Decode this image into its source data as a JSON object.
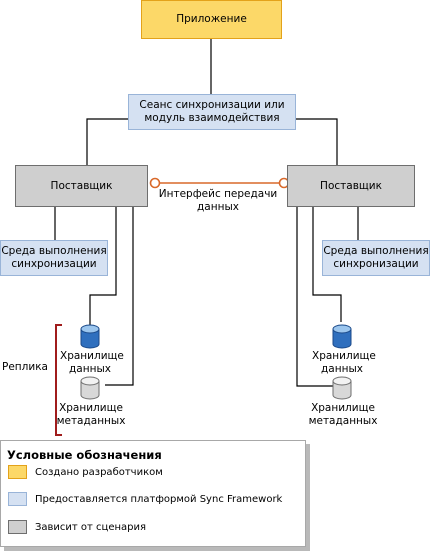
{
  "diagram": {
    "application": "Приложение",
    "session": "Сеанс синхронизации или модуль взаимодействия",
    "provider_left": "Поставщик",
    "provider_right": "Поставщик",
    "interface_label": "Интерфейс передачи данных",
    "runtime_left": "Среда выполнения синхронизации",
    "runtime_right": "Среда выполнения синхронизации",
    "replica_label": "Реплика",
    "data_store_left": "Хранилище данных",
    "metadata_store_left": "Хранилище метаданных",
    "data_store_right": "Хранилище данных",
    "metadata_store_right": "Хранилище метаданных"
  },
  "legend": {
    "title": "Условные обозначения",
    "items": [
      {
        "label": "Создано разработчиком",
        "color": "#fcd868"
      },
      {
        "label": "Предоставляется платформой Sync Framework",
        "color": "#d5e1f2"
      },
      {
        "label": "Зависит от сценария",
        "color": "#cfcfcf"
      }
    ]
  },
  "colors": {
    "developer": "#fcd868",
    "platform": "#d5e1f2",
    "scenario": "#cfcfcf",
    "interface_accent": "#d9692a",
    "replica_bracket": "#a01c1c"
  }
}
